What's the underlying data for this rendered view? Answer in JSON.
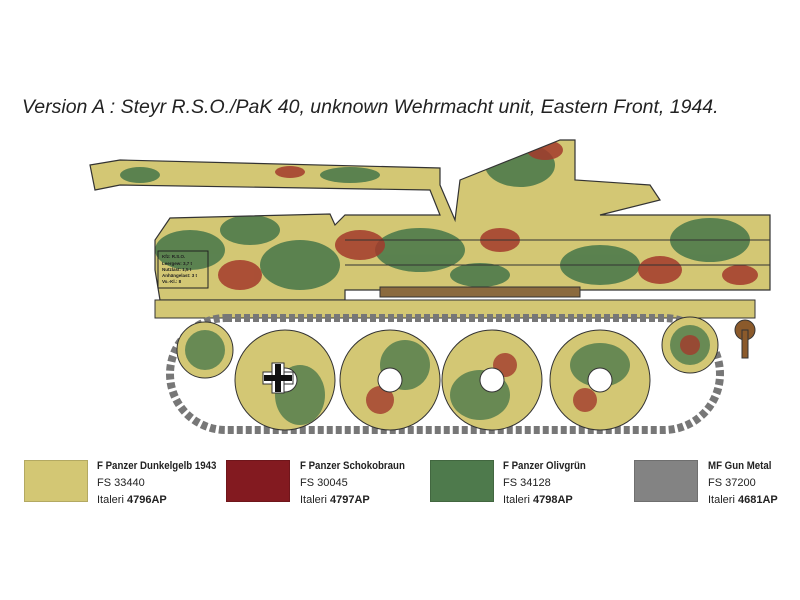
{
  "title": "Version A : Steyr R.S.O./PaK 40, unknown Wehrmacht unit, Eastern Front, 1944.",
  "plate": {
    "l1": "Kfz:   R.S.O.",
    "l2": "Leergew:   3,7 t",
    "l3": "Nutzlast:   1,5 t",
    "l4": "Anhängelast:  3 t",
    "l5": "Vo.-Kl.:   8"
  },
  "colors": [
    {
      "name": "F Panzer Dunkelgelb 1943",
      "fs": "FS 33440",
      "brand": "Italeri",
      "code": "4796AP",
      "hex": "#d3c774"
    },
    {
      "name": "F Panzer Schokobraun",
      "fs": "FS 30045",
      "brand": "Italeri",
      "code": "4797AP",
      "hex": "#831a20"
    },
    {
      "name": "F Panzer Olivgrün",
      "fs": "FS 34128",
      "brand": "Italeri",
      "code": "4798AP",
      "hex": "#4e7a4c"
    },
    {
      "name": "MF Gun Metal",
      "fs": "FS 37200",
      "brand": "Italeri",
      "code": "4681AP",
      "hex": "#838383"
    }
  ]
}
